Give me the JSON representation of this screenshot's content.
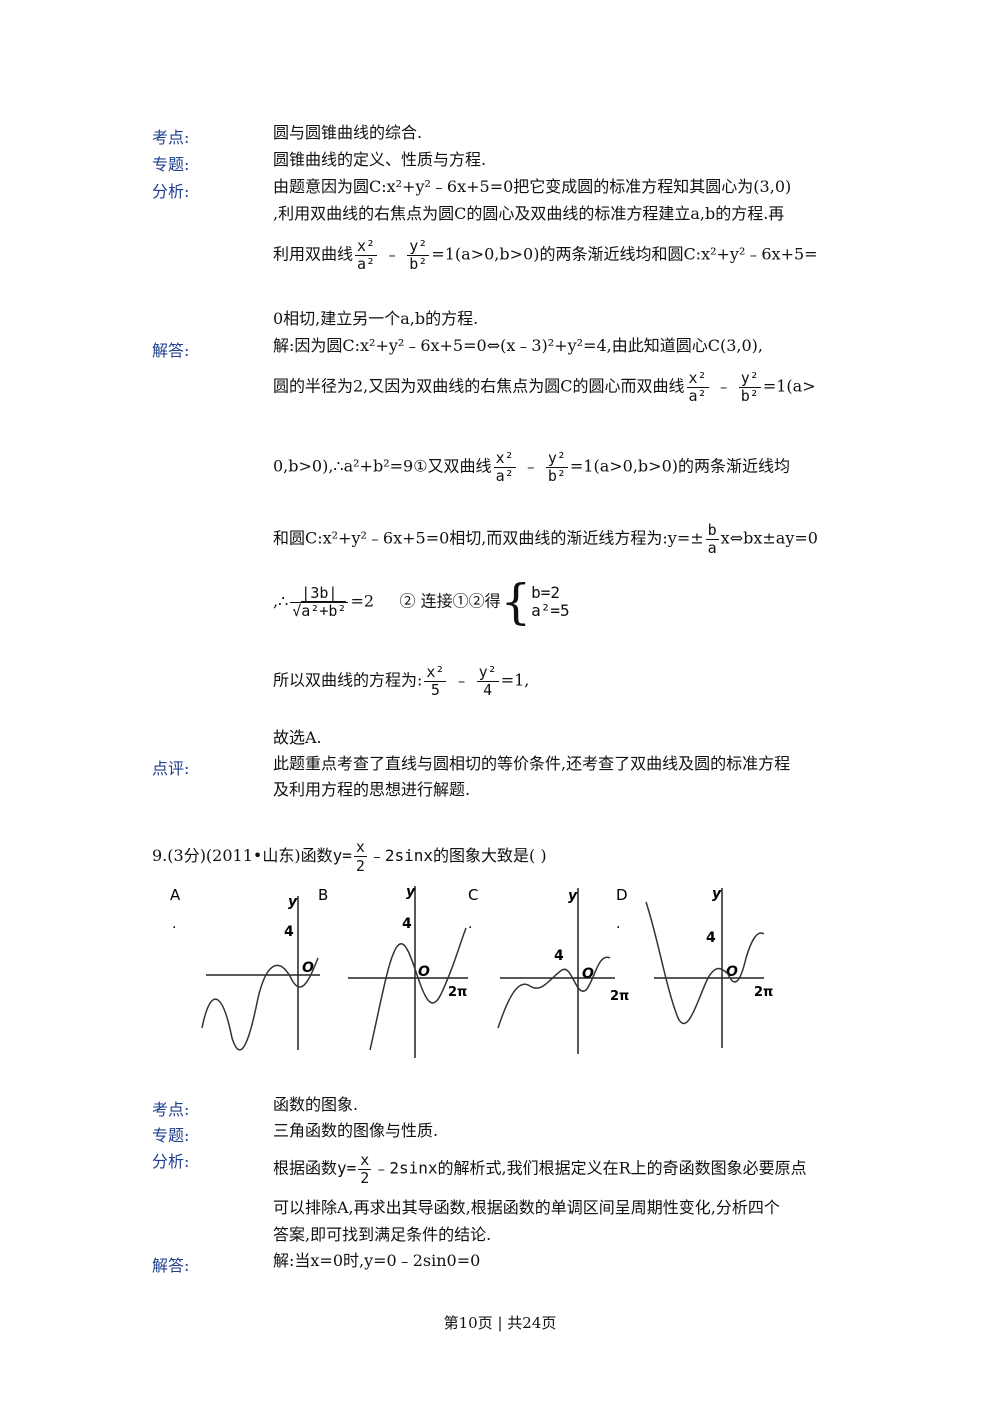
{
  "labels": {
    "kaodian": "考点:",
    "zhuanti": "专题:",
    "fenxi": "分析:",
    "jieda": "解答:",
    "dianping": "点评:"
  },
  "s1": {
    "kaodian": "圆与圆锥曲线的综合.",
    "zhuanti": "圆锥曲线的定义、性质与方程.",
    "fenxi_1": "由题意因为圆C:x²+y²﹣6x+5=0把它变成圆的标准方程知其圆心为(3,0)",
    "fenxi_2": ",利用双曲线的右焦点为圆C的圆心及双曲线的标准方程建立a,b的方程.再",
    "fenxi_3a": "利用双曲线",
    "fenxi_3b": "=1(a>0,b>0)的两条渐近线均和圆C:x²+y²﹣6x+5=",
    "fenxi_4": "0相切,建立另一个a,b的方程.",
    "jieda_1": "解:因为圆C:x²+y²﹣6x+5=0⇔(x﹣3)²+y²=4,由此知道圆心C(3,0),",
    "jieda_2a": "圆的半径为2,又因为双曲线的右焦点为圆C的圆心而双曲线",
    "jieda_2b": "=1(a>",
    "jieda_3a": "0,b>0),∴a²+b²=9①又双曲线",
    "jieda_3b": "=1(a>0,b>0)的两条渐近线均",
    "jieda_4a": "和圆C:x²+y²﹣6x+5=0相切,而双曲线的渐近线方程为:y=±",
    "jieda_4b": "x⇔bx±ay=0",
    "jieda_5a": ",∴",
    "jieda_5b": "=2",
    "jieda_5c": "② 连接①②得",
    "jieda_5d": "b=2",
    "jieda_5e": "a²=5",
    "jieda_6a": "所以双曲线的方程为:",
    "jieda_6b": "=1,",
    "jieda_7": "故选A.",
    "dianping_1": "此题重点考查了直线与圆相切的等价条件,还考查了双曲线及圆的标准方程",
    "dianping_2": "及利用方程的思想进行解题."
  },
  "fractions": {
    "x2": "x²",
    "a2": "a²",
    "y2": "y²",
    "b2": "b²",
    "b": "b",
    "a": "a",
    "abs3b": "|3b|",
    "rad": "a²+b²",
    "five": "5",
    "four": "4",
    "x": "x",
    "two": "2"
  },
  "q9": {
    "stem_a": "9.(3分)(2011•山东)函数",
    "func_a": "y=",
    "func_b": "﹣2sinx",
    "stem_b": "的图象大致是(  )",
    "options": [
      "A",
      "B",
      "C",
      "D"
    ],
    "dot": ".",
    "axis_y": "y",
    "origin": "O",
    "tick4": "4",
    "tick2": "2π"
  },
  "s2": {
    "kaodian": "函数的图象.",
    "zhuanti": "三角函数的图像与性质.",
    "fenxi_1a": "根据函数",
    "fenxi_1b": "的解析式,我们根据定义在R上的奇函数图象必要原点",
    "fenxi_2": "可以排除A,再求出其导函数,根据函数的单调区间呈周期性变化,分析四个",
    "fenxi_3": "答案,即可找到满足条件的结论.",
    "jieda_1": "解:当x=0时,y=0﹣2sin0=0"
  },
  "footer": "第10页 | 共24页"
}
